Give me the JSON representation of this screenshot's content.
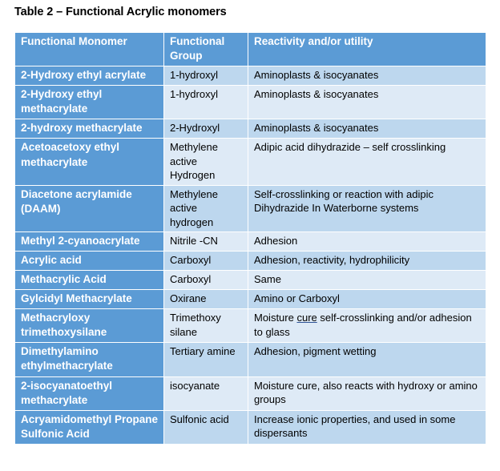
{
  "caption": "Table 2 – Functional Acrylic monomers",
  "colors": {
    "header_blue": "#5b9bd5",
    "row_shade_dark": "#bdd7ee",
    "row_shade_light": "#deeaf6",
    "header_text": "#ffffff",
    "body_text": "#000000",
    "underline_blue": "#2f5496"
  },
  "table": {
    "headers": [
      "Functional Monomer",
      "Functional Group",
      "Reactivity and/or utility"
    ],
    "rows": [
      {
        "monomer": "2-Hydroxy ethyl acrylate",
        "group": "1-hydroxyl",
        "utility": "Aminoplasts & isocyanates",
        "shade": "dark"
      },
      {
        "monomer": "2-Hydroxy ethyl methacrylate",
        "group": "1-hydroxyl",
        "utility": "Aminoplasts & isocyanates",
        "shade": "light"
      },
      {
        "monomer": "2-hydroxy methacrylate",
        "group": "2-Hydroxyl",
        "utility": "Aminoplasts & isocyanates",
        "shade": "dark"
      },
      {
        "monomer": "Acetoacetoxy ethyl methacrylate",
        "group": "Methylene active Hydrogen",
        "utility": "Adipic acid dihydrazide – self crosslinking",
        "shade": "light"
      },
      {
        "monomer": "Diacetone acrylamide (DAAM)",
        "group": "Methylene active hydrogen",
        "utility": "Self-crosslinking or reaction with adipic Dihydrazide In Waterborne systems",
        "shade": "dark"
      },
      {
        "monomer": "Methyl 2-cyanoacrylate",
        "group": "Nitrile -CN",
        "utility": "Adhesion",
        "shade": "light"
      },
      {
        "monomer": "Acrylic acid",
        "group": "Carboxyl",
        "utility": "Adhesion, reactivity, hydrophilicity",
        "shade": "dark"
      },
      {
        "monomer": "Methacrylic Acid",
        "group": "Carboxyl",
        "utility": "Same",
        "shade": "light"
      },
      {
        "monomer": "Gylcidyl Methacrylate",
        "group": "Oxirane",
        "utility": "Amino or Carboxyl",
        "shade": "dark"
      },
      {
        "monomer": "Methacryloxy trimethoxysilane",
        "group": "Trimethoxy silane",
        "utility_parts": {
          "before": "Moisture ",
          "underlined": "cure",
          "after": " self-crosslinking and/or adhesion to glass"
        },
        "utility": "Moisture cure self-crosslinking and/or adhesion to glass",
        "shade": "light"
      },
      {
        "monomer": "Dimethylamino ethylmethacrylate",
        "group": "Tertiary amine",
        "utility": "Adhesion, pigment wetting",
        "shade": "dark"
      },
      {
        "monomer": "2-isocyanatoethyl methacrylate",
        "group": "isocyanate",
        "utility": "Moisture cure, also reacts with hydroxy or amino groups",
        "shade": "light"
      },
      {
        "monomer": "Acryamidomethyl Propane Sulfonic Acid",
        "group": "Sulfonic acid",
        "utility": "Increase ionic properties, and used in some dispersants",
        "shade": "dark"
      }
    ]
  }
}
